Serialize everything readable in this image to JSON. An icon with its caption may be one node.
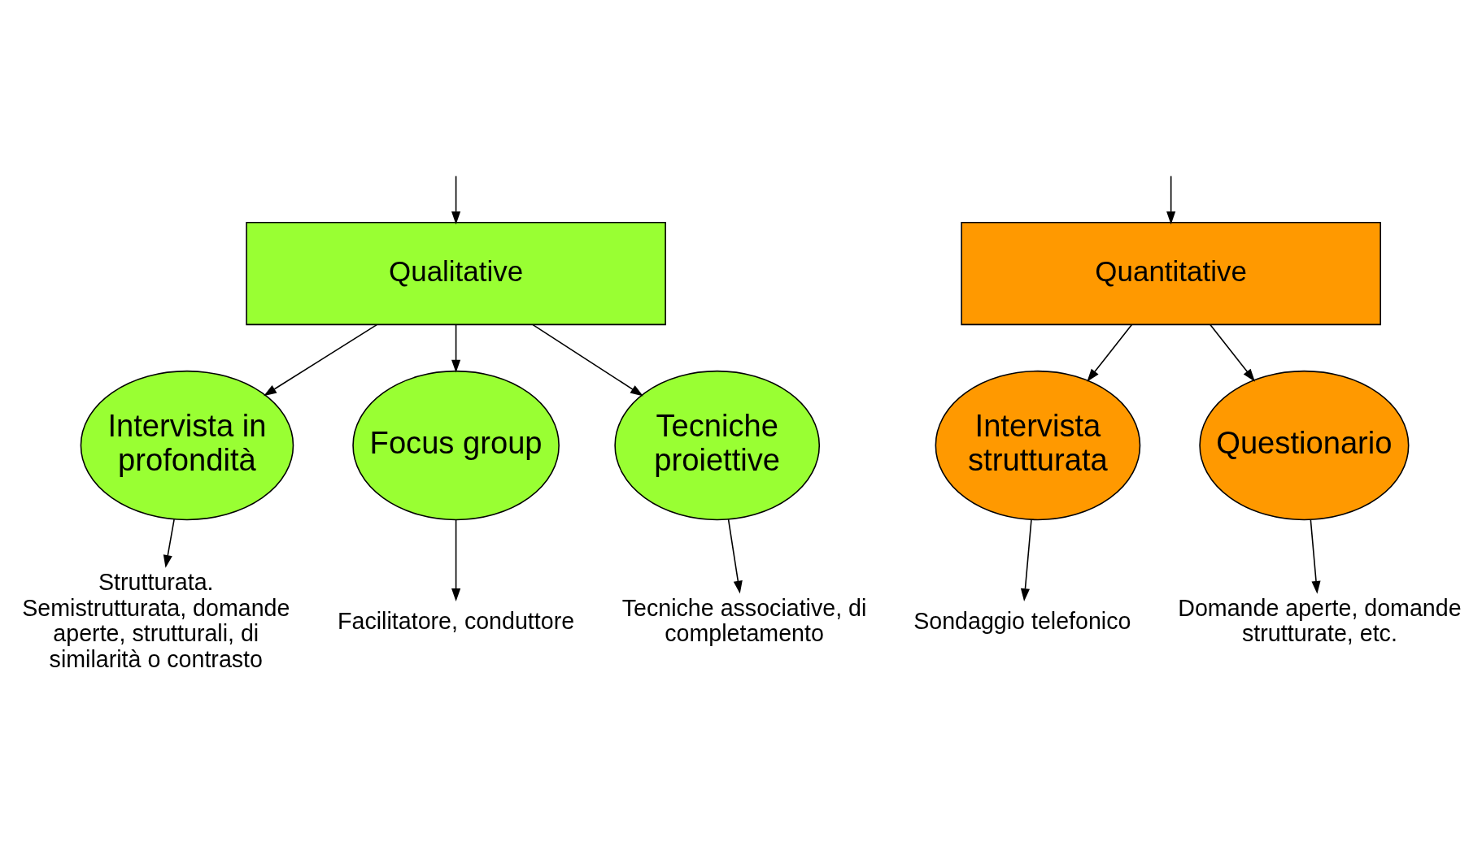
{
  "diagram": {
    "nodes": [
      {
        "text": [
          "Qualitative"
        ]
      },
      {
        "text": [
          "Quantitative"
        ]
      },
      {
        "text": [
          "Intervista in profondità"
        ]
      },
      {
        "text": [
          "Focus group"
        ]
      },
      {
        "text": [
          "Tecniche proiettive"
        ]
      },
      {
        "text": [
          "Intervista strutturata"
        ]
      },
      {
        "text": [
          "Questionario"
        ]
      },
      {
        "text": [
          "Strutturata. Semistrutturata, domande aperte, strutturali, di similarità o contrasto"
        ]
      },
      {
        "text": [
          "Facilitatore, conduttore"
        ]
      },
      {
        "text": [
          "Tecniche associative, di completamento"
        ]
      },
      {
        "text": [
          "Sondaggio telefonico"
        ]
      },
      {
        "text": [
          "Domande aperte, domande strutturate, etc."
        ]
      }
    ],
    "edges": [
      {
        "from": null,
        "to": 0,
        "arrow": "to"
      },
      {
        "from": null,
        "to": 1,
        "arrow": "to"
      },
      {
        "from": 0,
        "to": 2,
        "arrow": "to"
      },
      {
        "from": 0,
        "to": 3,
        "arrow": "to"
      },
      {
        "from": 0,
        "to": 4,
        "arrow": "to"
      },
      {
        "from": 1,
        "to": 5,
        "arrow": "to"
      },
      {
        "from": 1,
        "to": 6,
        "arrow": "to"
      },
      {
        "from": 2,
        "to": 7,
        "arrow": "to"
      },
      {
        "from": 3,
        "to": 8,
        "arrow": "to"
      },
      {
        "from": 4,
        "to": 9,
        "arrow": "to"
      },
      {
        "from": 5,
        "to": 10,
        "arrow": "to"
      },
      {
        "from": 6,
        "to": 11,
        "arrow": "to"
      }
    ]
  }
}
